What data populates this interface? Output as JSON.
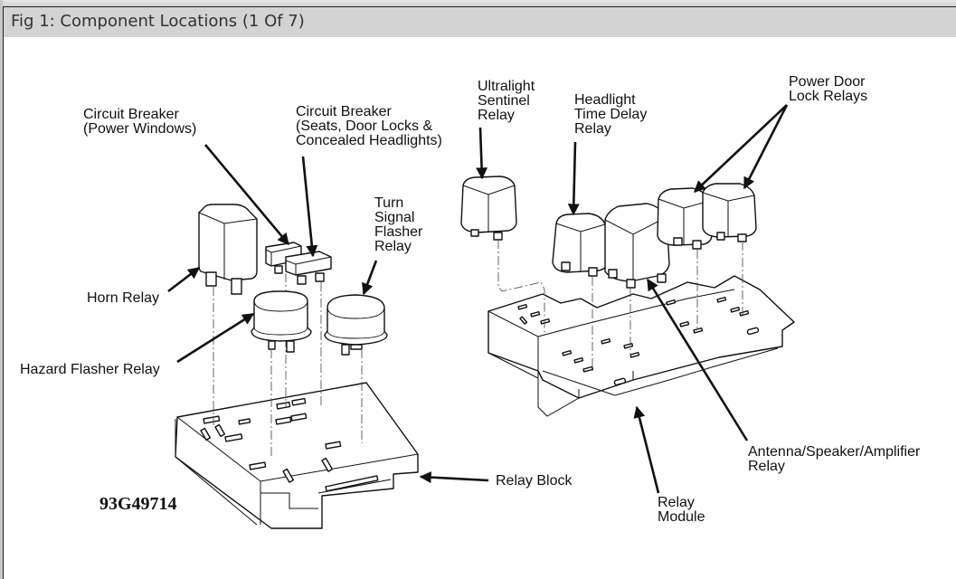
{
  "figure": {
    "title": "Fig 1: Component Locations (1 Of 7)",
    "code": "93G49714"
  },
  "labels": {
    "circuit_breaker_power_windows": "Circuit Breaker\n(Power Windows)",
    "circuit_breaker_seats": "Circuit Breaker\n(Seats, Door Locks &\nConcealed Headlights)",
    "turn_signal_flasher_relay": "Turn\nSignal\nFlasher\nRelay",
    "horn_relay": "Horn Relay",
    "hazard_flasher_relay": "Hazard Flasher Relay",
    "relay_block": "Relay Block",
    "ultralight_sentinel_relay": "Ultralight\nSentinel\nRelay",
    "headlight_time_delay_relay": "Headlight\nTime Delay\nRelay",
    "power_door_lock_relays": "Power Door\nLock Relays",
    "antenna_speaker_amplifier_relay": "Antenna/Speaker/Amplifier\nRelay",
    "relay_module": "Relay\nModule"
  }
}
